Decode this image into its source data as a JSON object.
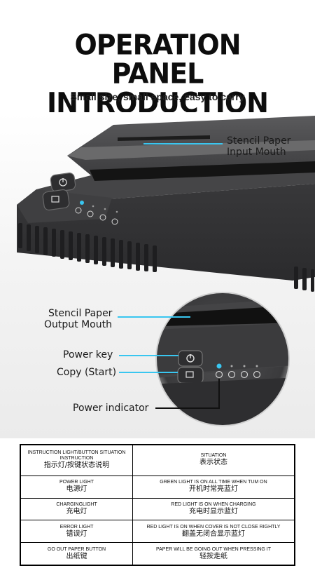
{
  "header": {
    "title_line1": "OPERATION",
    "title_line2": "PANEL INTRODUCTION",
    "subtitle": "Small size, small space, easy to carry"
  },
  "labels": {
    "input_mouth_l1": "Stencil Paper",
    "input_mouth_l2": "Input Mouth",
    "output_mouth_l1": "Stencil Paper",
    "output_mouth_l2": "Output Mouth",
    "power_key": "Power key",
    "copy_start": "Copy (Start)",
    "power_indicator": "Power indicator"
  },
  "colors": {
    "printer_body": "#3a3a3b",
    "indicator_blue": "#39c6f0",
    "background": "#f2f2f2"
  },
  "icons": [
    "power-icon",
    "copy-icon",
    "bluetooth-icon",
    "error-icon",
    "charging-icon",
    "feed-icon"
  ],
  "table": {
    "rows": [
      {
        "left_en": "INSTRUCTION LIGHT/BUTTON SITUATION INSTRUCTION",
        "left_zh": "指示灯/按键状态说明",
        "right_en": "SITUATION",
        "right_zh": "表示状态"
      },
      {
        "left_en": "POWER LIGHT",
        "left_zh": "电源灯",
        "right_en": "GREEN LIGHT IS ON ALL TIME WHEN TUM ON",
        "right_zh": "开机时常亮蓝灯"
      },
      {
        "left_en": "CHARGINGLIGHT",
        "left_zh": "充电灯",
        "right_en": "RED LIGHT IS ON WHEN CHARGING",
        "right_zh": "充电时显示蓝灯"
      },
      {
        "left_en": "ERROR LIGHT",
        "left_zh": "错误灯",
        "right_en": "RED LIGHT IS ON WHEN COVER IS NOT CLOSE RIGHTLY",
        "right_zh": "翻盖无闭合显示蓝灯"
      },
      {
        "left_en": "GO OUT PAPER BUTTON",
        "left_zh": "出纸键",
        "right_en": "PAPER WILL BE GOING OUT WHEN PRESSING IT",
        "right_zh": "轻按走纸"
      }
    ]
  }
}
